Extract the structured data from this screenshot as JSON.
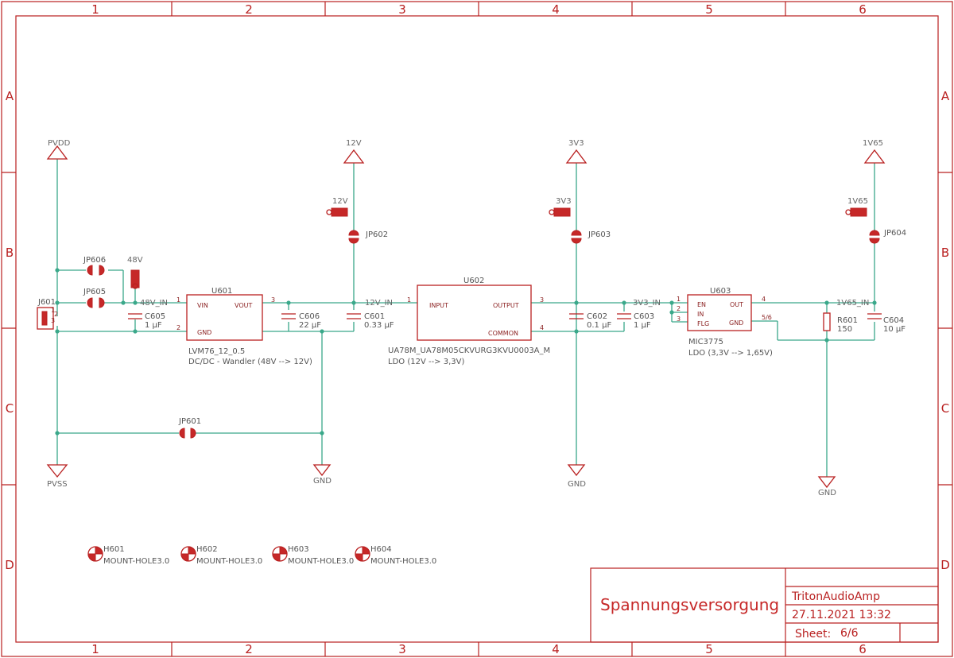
{
  "grid": {
    "columns": [
      "1",
      "2",
      "3",
      "4",
      "5",
      "6"
    ],
    "rows": [
      "A",
      "B",
      "C",
      "D"
    ]
  },
  "title_block": {
    "title": "Spannungsversorgung",
    "project": "TritonAudioAmp",
    "date": "27.11.2021 13:32",
    "sheet_label": "Sheet:",
    "sheet_value": "6/6"
  },
  "supplies": {
    "pvdd": "PVDD",
    "v12": "12V",
    "v3v3": "3V3",
    "v1v65": "1V65",
    "pvss": "PVSS",
    "gnd": "GND"
  },
  "net_labels": {
    "n48v_in": "48V_IN",
    "n12v_in": "12V_IN",
    "n3v3_in": "3V3_IN",
    "n1v65_in": "1V65_IN",
    "n48v": "48V",
    "n12v": "12V",
    "n3v3": "3V3",
    "n1v65": "1V65"
  },
  "connector": {
    "ref": "J601",
    "pin1": "1",
    "pin2": "2",
    "pin3": "3"
  },
  "jumpers": {
    "jp601": "JP601",
    "jp602": "JP602",
    "jp603": "JP603",
    "jp604": "JP604",
    "jp605": "JP605",
    "jp606": "JP606"
  },
  "components": {
    "u601": {
      "ref": "U601",
      "part": "LVM76_12_0.5",
      "desc": "DC/DC - Wandler (48V --> 12V)",
      "pin_vin": "VIN",
      "pin_vout": "VOUT",
      "pin_gnd": "GND",
      "n1": "1",
      "n2": "2",
      "n3": "3"
    },
    "u602": {
      "ref": "U602",
      "part": "UA78M_UA78M05CKVURG3KVU0003A_M",
      "desc": "LDO (12V --> 3,3V)",
      "pin_input": "INPUT",
      "pin_output": "OUTPUT",
      "pin_common": "COMMON",
      "n1": "1",
      "n3": "3",
      "n4": "4"
    },
    "u603": {
      "ref": "U603",
      "part": "MIC3775",
      "desc": "LDO (3,3V --> 1,65V)",
      "pin_en": "EN",
      "pin_in": "IN",
      "pin_flg": "FLG",
      "pin_out": "OUT",
      "pin_gnd": "GND",
      "n1": "1",
      "n2": "2",
      "n3": "3",
      "n4": "4",
      "n5": "5/6"
    },
    "c605": {
      "ref": "C605",
      "value": "1 µF"
    },
    "c606": {
      "ref": "C606",
      "value": "22 µF"
    },
    "c601": {
      "ref": "C601",
      "value": "0.33 µF"
    },
    "c602": {
      "ref": "C602",
      "value": "0.1 µF"
    },
    "c603": {
      "ref": "C603",
      "value": "1 µF"
    },
    "c604": {
      "ref": "C604",
      "value": "10 µF"
    },
    "r601": {
      "ref": "R601",
      "value": "150"
    }
  },
  "mount_holes": [
    {
      "ref": "H601",
      "part": "MOUNT-HOLE3.0"
    },
    {
      "ref": "H602",
      "part": "MOUNT-HOLE3.0"
    },
    {
      "ref": "H603",
      "part": "MOUNT-HOLE3.0"
    },
    {
      "ref": "H604",
      "part": "MOUNT-HOLE3.0"
    }
  ],
  "colors": {
    "frame": "#b92020",
    "wire": "#3aa88a",
    "label": "#666666"
  }
}
